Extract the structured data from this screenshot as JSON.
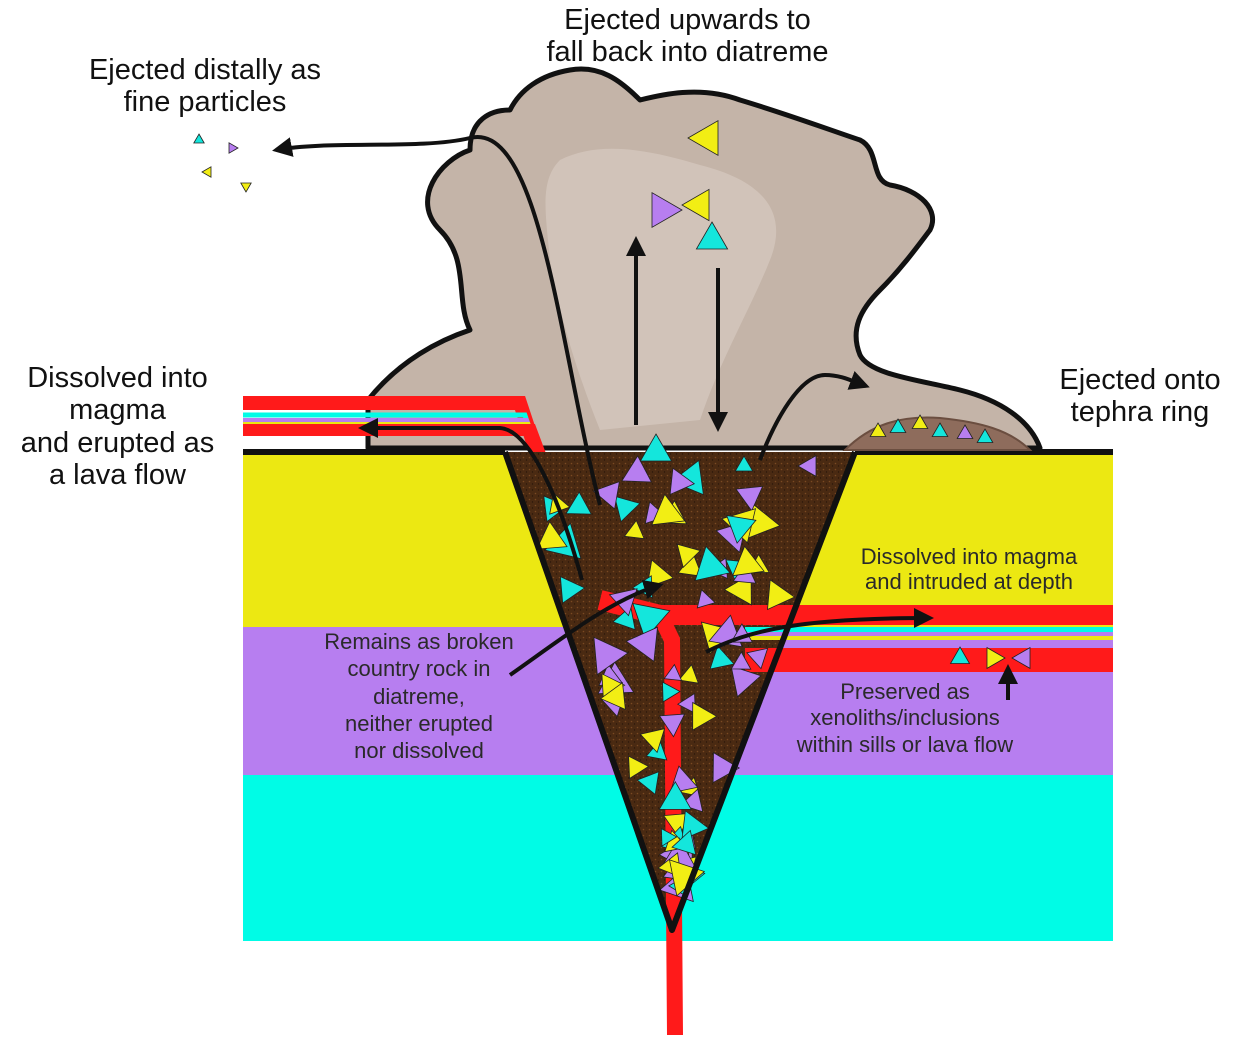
{
  "labels": {
    "ejected_upwards": "Ejected upwards to\nfall back into diatreme",
    "ejected_distally": "Ejected distally as\nfine particles",
    "dissolved_lava": "Dissolved into\nmagma\nand erupted as\na lava flow",
    "ejected_tephra": "Ejected onto\ntephra ring",
    "dissolved_intruded": "Dissolved into magma\nand intruded at depth",
    "remains_broken": "Remains as broken\ncountry rock in\ndiatreme,\nneither erupted\nnor dissolved",
    "preserved_xenoliths": "Preserved as\nxenoliths/inclusions\nwithin sills or lava flow"
  },
  "colors": {
    "cloud": "#c4b4a8",
    "cloud_light": "#ddd0c6",
    "layer_yellow": "#ece812",
    "layer_purple": "#b77ef0",
    "layer_cyan": "#00fce6",
    "magma_red": "#ff1a1a",
    "breccia": "#4a2a12",
    "clast_yellow": "#f2ee14",
    "clast_purple": "#b77ef0",
    "clast_cyan": "#14e6dc",
    "outline": "#111111"
  }
}
